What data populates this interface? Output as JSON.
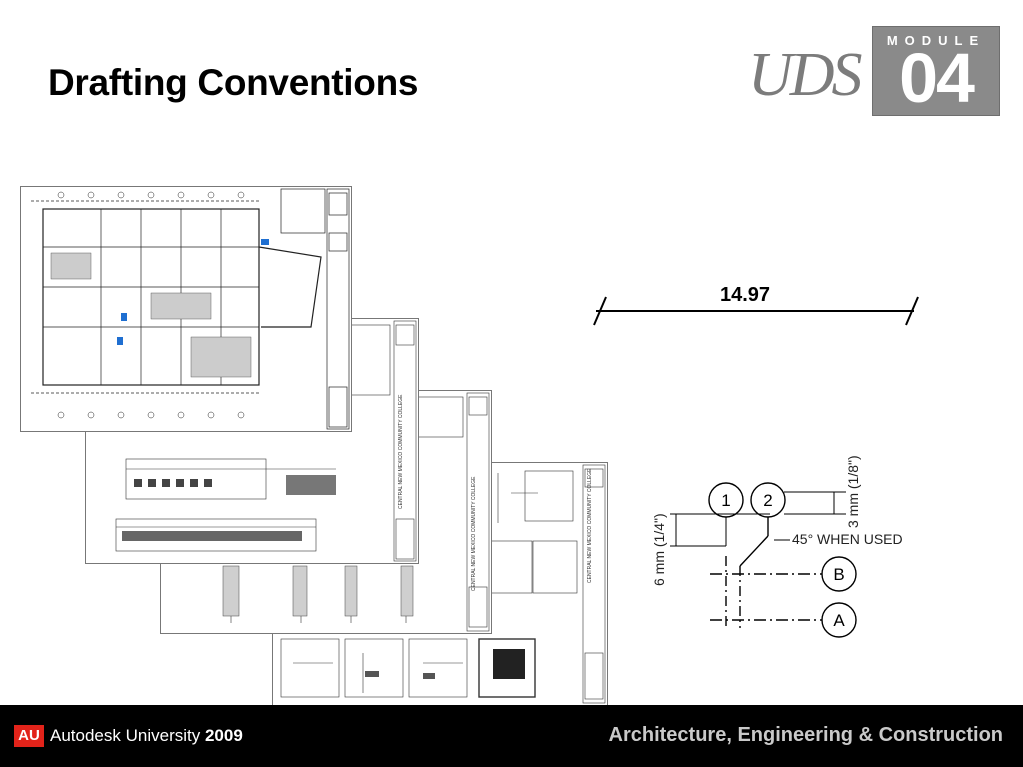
{
  "slide": {
    "title": "Drafting Conventions"
  },
  "logo": {
    "brand": "UDS",
    "module_label": "MODULE",
    "module_number": "04"
  },
  "dimension_example": {
    "value": "14.97"
  },
  "grid_detail": {
    "bubbles": [
      "1",
      "2",
      "B",
      "A"
    ],
    "angle_note": "45° WHEN USED",
    "dim_left": "6 mm (1/4\")",
    "dim_right": "3 mm (1/8\")"
  },
  "drawing_sheets": {
    "college_name": "CENTRAL NEW MEXICO COMMUNITY COLLEGE"
  },
  "footer": {
    "badge": "AU",
    "company": "Autodesk University",
    "year": "2009",
    "track": "Architecture, Engineering & Construction"
  },
  "colors": {
    "badge_red": "#e2231a",
    "footer_bg": "#000000",
    "logo_gray": "#8a8a8a"
  }
}
